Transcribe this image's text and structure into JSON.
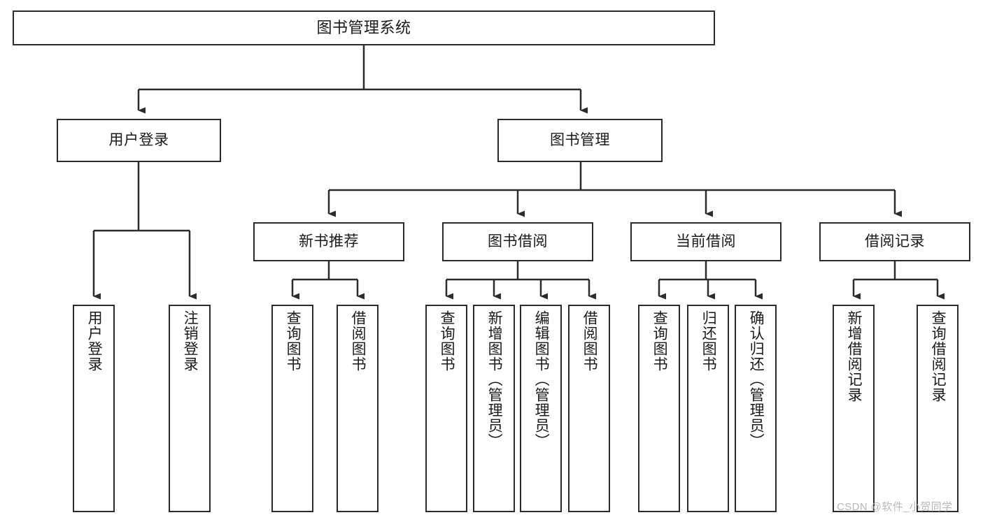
{
  "diagram": {
    "type": "tree",
    "title": "图书管理系统",
    "root": {
      "label": "图书管理系统"
    },
    "level2": [
      {
        "label": "用户登录"
      },
      {
        "label": "图书管理"
      }
    ],
    "level3": [
      {
        "label": "新书推荐"
      },
      {
        "label": "图书借阅"
      },
      {
        "label": "当前借阅"
      },
      {
        "label": "借阅记录"
      }
    ],
    "leaves": {
      "user_login": [
        {
          "label": "用户登录"
        },
        {
          "label": "注销登录"
        }
      ],
      "new_book_recommend": [
        {
          "label": "查询图书"
        },
        {
          "label": "借阅图书"
        }
      ],
      "book_borrow": [
        {
          "label": "查询图书"
        },
        {
          "label": "新增图书（管理员）"
        },
        {
          "label": "编辑图书（管理员）"
        },
        {
          "label": "借阅图书"
        }
      ],
      "current_borrow": [
        {
          "label": "查询图书"
        },
        {
          "label": "归还图书"
        },
        {
          "label": "确认归还（管理员）"
        }
      ],
      "borrow_record": [
        {
          "label": "新增借阅记录"
        },
        {
          "label": "查询借阅记录"
        }
      ]
    }
  },
  "watermark": {
    "text": "CSDN @软件_小贺同学"
  },
  "colors": {
    "border": "#2b2b2b",
    "background": "#ffffff",
    "text": "#1a1a1a",
    "watermark": "#b8b8b8"
  }
}
